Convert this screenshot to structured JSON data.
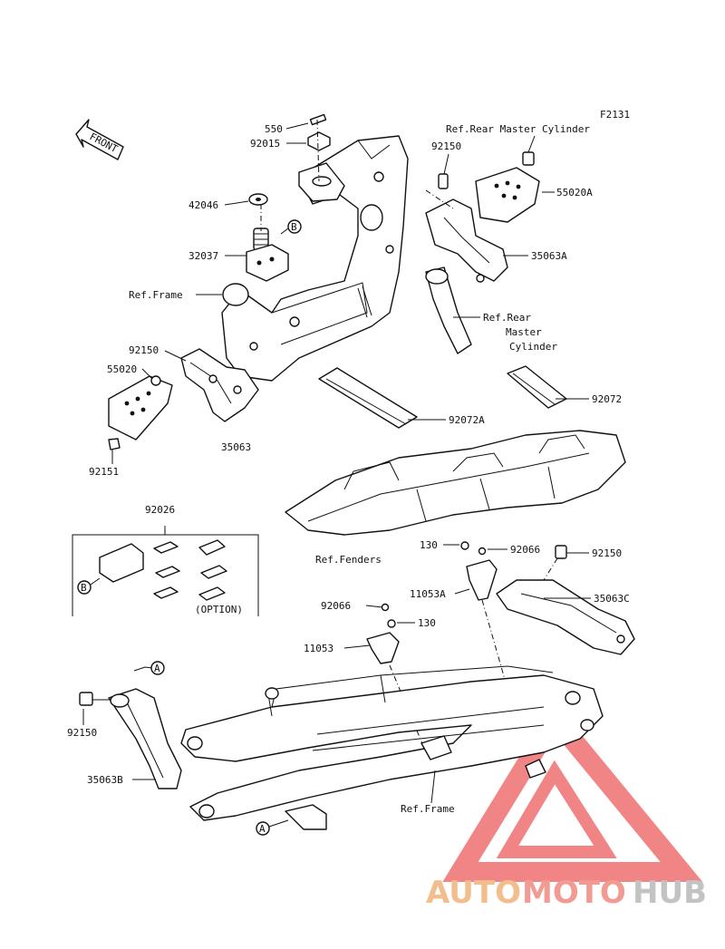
{
  "figure_code": "F2131",
  "front_label": "FRONT",
  "labels": {
    "p550": "550",
    "p92015": "92015",
    "p42046": "42046",
    "p32037": "32037",
    "ref_frame_top": "Ref.Frame",
    "p92150_left": "92150",
    "p55020": "55020",
    "p35063": "35063",
    "p92151": "92151",
    "ref_rear_mc_top": "Ref.Rear Master Cylinder",
    "p92150_top_right": "92150",
    "p55020A": "55020A",
    "p35063A": "35063A",
    "ref_rear_mc_line1": "Ref.Rear",
    "ref_rear_mc_line2": "Master",
    "ref_rear_mc_line3": "Cylinder",
    "p92072": "92072",
    "p92072A": "92072A",
    "p92026": "92026",
    "option": "(OPTION)",
    "ref_fenders": "Ref.Fenders",
    "p130_upper": "130",
    "p92066_upper": "92066",
    "p92150_mid_right": "92150",
    "p11053A": "11053A",
    "p35063C": "35063C",
    "p92066_lower": "92066",
    "p130_lower": "130",
    "p11053": "11053",
    "p92150_bottom_left": "92150",
    "p35063B": "35063B",
    "ref_frame_bottom": "Ref.Frame"
  },
  "markers": {
    "b_top": "B",
    "b_option": "B",
    "a_top": "A",
    "a_bottom": "A"
  },
  "watermark": {
    "text_a": "AUTO",
    "text_b": "MOTO",
    "text_c": "HUB",
    "color_a": "#f0b37a",
    "color_b": "#f08a80",
    "color_c": "#b9b9b9",
    "triangle_color": "#ef6f6f"
  }
}
